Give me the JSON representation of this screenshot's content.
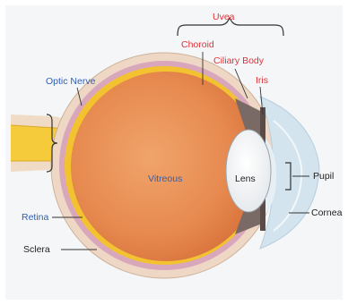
{
  "labels": {
    "uvea": "Uvea",
    "choroid": "Choroid",
    "ciliary_body": "Ciliary Body",
    "iris": "Iris",
    "optic_nerve": "Optic Nerve",
    "vitreous": "Vitreous",
    "lens": "Lens",
    "pupil": "Pupil",
    "cornea": "Cornea",
    "retina": "Retina",
    "sclera": "Sclera"
  },
  "colors": {
    "red_label": "#e0333a",
    "blue_label": "#2f5fb3",
    "black_label": "#222222",
    "vitreous": "#e8935a",
    "sclera": "#eed7c4",
    "choroid": "#c97aa5",
    "retina": "#f2c230",
    "cornea": "#d3e4ef"
  }
}
